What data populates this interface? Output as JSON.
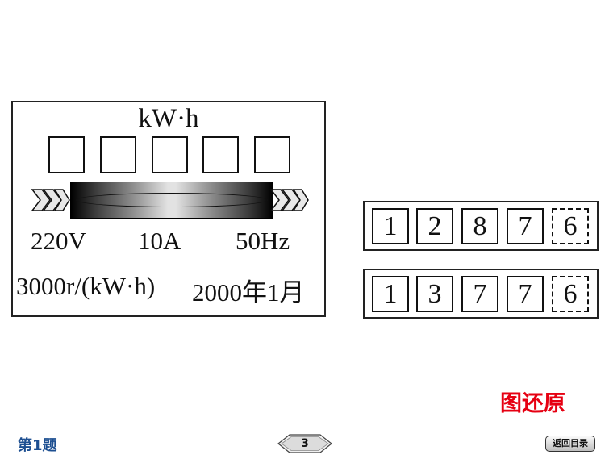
{
  "meter": {
    "unit": "kW·h",
    "blank_boxes": [
      "",
      "",
      "",
      "",
      ""
    ],
    "voltage": "220V",
    "current": "10A",
    "frequency": "50Hz",
    "constant": "3000r/(kW·h)",
    "date": "2000年1月"
  },
  "readings": [
    {
      "digits": [
        "1",
        "2",
        "8",
        "7"
      ],
      "decimal": "6"
    },
    {
      "digits": [
        "1",
        "3",
        "7",
        "7"
      ],
      "decimal": "6"
    }
  ],
  "caption": "图还原",
  "footer": {
    "question_label": "第1题",
    "page_number": "3",
    "back_label": "返回目录"
  },
  "colors": {
    "caption": "#e60012",
    "question_label": "#1d4f91",
    "border": "#222222"
  },
  "icons": {
    "left_arrows": "double-chevron-right-icon",
    "right_arrows": "double-chevron-right-icon",
    "page_nav": "diamond-page-icon"
  }
}
